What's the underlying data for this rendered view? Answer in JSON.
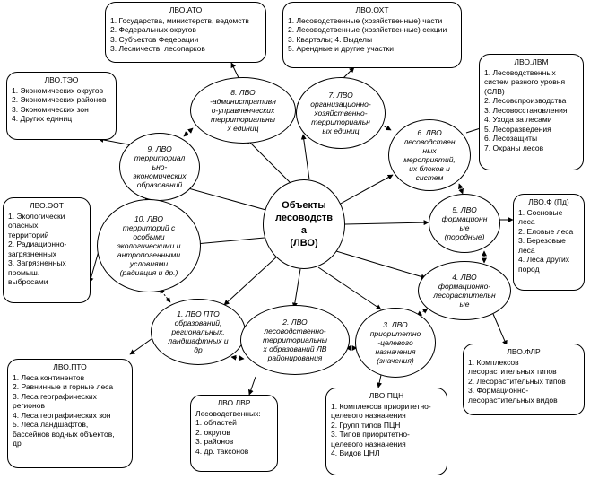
{
  "center": "Объекты\nлесоводств\nа\n(ЛВО)",
  "ovals": [
    "1. ЛВО ПТО\nобразований,\nрегиональных,\nландшафтных и\nдр",
    "2. ЛВО\nлесоводственно-\nтерриториальны\nх образований ЛВ\nрайонирования",
    "3. ЛВО\nприоритетно\n-целевого\nназначения\n(значения)",
    "4. ЛВО\nформационно-\nлесорастительн\nые",
    "5. ЛВО\nформационн\nые\n(породные)",
    "6. ЛВО\nлесоводствен\nных\nмероприятий,\nих блоков и\nсистем",
    "7. ЛВО\nорганизационно-\nхозяйственно-\nтерриториальн\nых единиц",
    "8. ЛВО\n-административн\nо-управленческих\nтерриториальны\nх единиц",
    "9. ЛВО\nтерриториал\nьно-\nэкономических\nобразований",
    "10. ЛВО\nтерриторий с\nособыми\nэкологическими и\nантропогенными\nусловиями\n(радиация и др.)"
  ],
  "boxes": {
    "ato": {
      "title": "ЛВО.АТО",
      "items": [
        "1. Государства, министерств, ведомств",
        "2. Федеральных округов",
        "3. Субъектов Федерации",
        "3. Лесничеств, лесопарков"
      ]
    },
    "oht": {
      "title": "ЛВО.ОХТ",
      "items": [
        "1. Лесоводственные (хозяйственные) части",
        "2. Лесоводственные (хозяйственные) секции",
        "3. Кварталы;  4. Выделы",
        "5. Арендные и другие участки"
      ]
    },
    "tao": {
      "title": "ЛВО.ТЭО",
      "items": [
        "1. Экономических округов",
        "2. Экономических районов",
        "3. Экономических зон",
        "4. Других единиц"
      ]
    },
    "lvm": {
      "title": "ЛВО.ЛВМ",
      "items": [
        "1. Лесоводственных\nсистем разного уровня\n(СЛВ)",
        "2. Лесовспроизводства",
        "3. Лесовосстановления",
        "4. Ухода за лесами",
        "5. Лесоразведения",
        "6. Лесозащиты",
        "7. Охраны лесов"
      ]
    },
    "eot": {
      "title": "ЛВО.ЭОТ",
      "items": [
        "1. Экологически\nопасных\nтерриторий",
        "2. Радиационно-\nзагрязненных",
        "3. Загрязненных\nпромыш.\nвыбросами"
      ]
    },
    "fp": {
      "title": "ЛВО.Ф (Пд)",
      "items": [
        "1. Сосновые\nлеса",
        "2. Еловые леса",
        "3. Березовые\nлеса",
        "4. Леса других\nпород"
      ]
    },
    "flr": {
      "title": "ЛВО.ФЛР",
      "items": [
        "1. Комплексов\nлесорастительных типов",
        "2. Лесорастительных типов",
        "3. Формационно-\nлесорастительных видов"
      ]
    },
    "pto": {
      "title": "ЛВО.ПТО",
      "items": [
        "1. Леса континентов",
        "2. Равнинные и горные леса",
        "3. Леса географических\nрегионов",
        "4. Леса географических зон",
        "5. Леса ландшафтов,\nбассейнов водных объектов,\nдр"
      ]
    },
    "lvr": {
      "title": "ЛВО.ЛВР",
      "items": [
        "Лесоводственных:",
        "1. областей",
        "2. округов",
        "3. районов",
        "4. др. таксонов"
      ]
    },
    "pcn": {
      "title": "ЛВО.ПЦН",
      "items": [
        "1. Комплексов приоритетно-\nцелевого назначения",
        "2. Групп типов ПЦН",
        "3. Типов приоритетно-\nцелевого назначения",
        "4. Видов ЦНЛ"
      ]
    }
  }
}
